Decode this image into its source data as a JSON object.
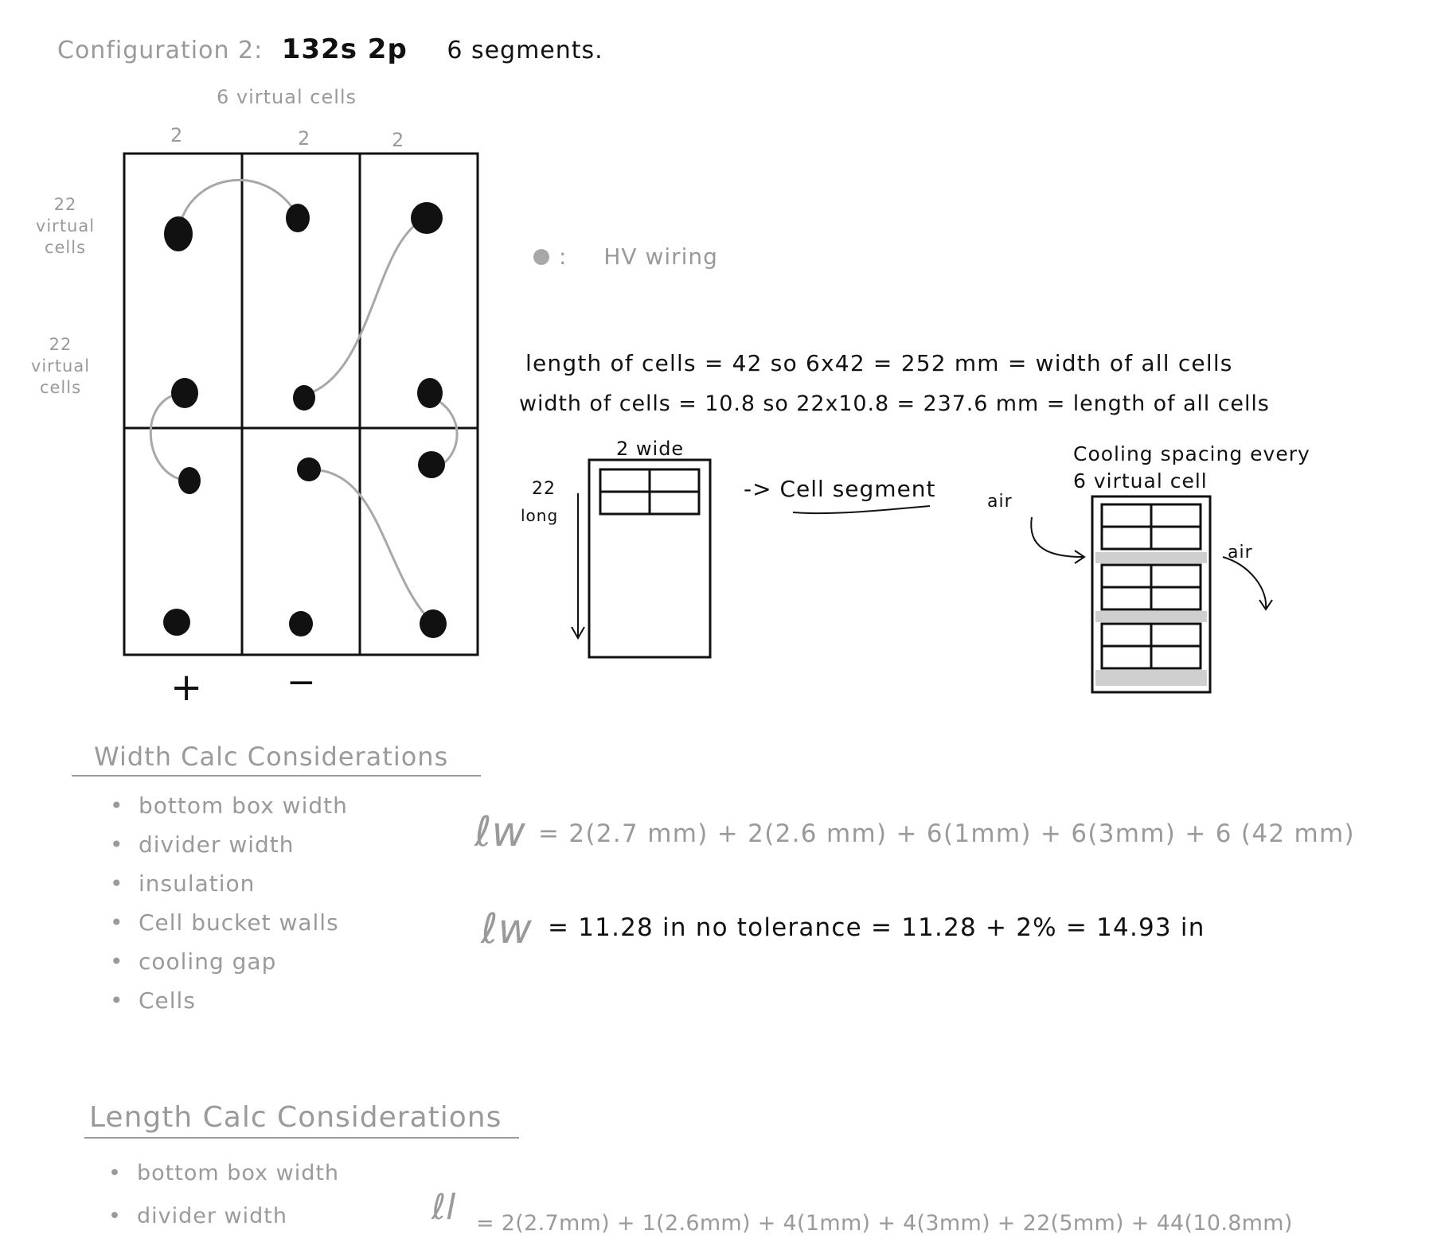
{
  "title": {
    "prefix": "Configuration 2:",
    "config": "132s 2p",
    "segments": "6 segments."
  },
  "grid": {
    "top_label": "6 virtual cells",
    "column_labels": [
      "2",
      "2",
      "2"
    ],
    "row_label_top": "22 virtual cells",
    "row_label_bottom": "22 virtual cells",
    "polarity_plus": "+",
    "polarity_minus": "−"
  },
  "legend": {
    "symbol": ":",
    "label": "HV wiring"
  },
  "equations": {
    "line1": "length of cells = 42   so   6x42 = 252 mm = width of all cells",
    "line2": "width of cells = 10.8   so   22x10.8 = 237.6 mm = length of all cells"
  },
  "segment_sketch": {
    "width_label": "2 wide",
    "length_label_1": "22",
    "length_label_2": "long",
    "arrow_label": "-> Cell segment"
  },
  "cooling_sketch": {
    "title_1": "Cooling spacing every",
    "title_2": "6 virtual cell",
    "air_in": "air",
    "air_out": "air"
  },
  "width_section": {
    "heading": "Width Calc Considerations",
    "items": [
      "bottom box width",
      "divider width",
      "insulation",
      "Cell bucket walls",
      "cooling gap",
      "Cells"
    ],
    "formula_symbol": "ℓw",
    "formula_1": "=  2(2.7 mm) + 2(2.6 mm) + 6(1mm) + 6(3mm) + 6 (42 mm)",
    "formula_2": "=  11.28 in no tolerance = 11.28 + 2% = 14.93 in"
  },
  "length_section": {
    "heading": "Length Calc Considerations",
    "items": [
      "bottom box width",
      "divider width"
    ],
    "formula_symbol": "ℓl",
    "formula": "= 2(2.7mm) + 1(2.6mm) + 4(1mm) + 4(3mm) + 22(5mm) + 44(10.8mm)"
  },
  "colors": {
    "ink": "#111111",
    "pencil_gray": "#9a9a9a",
    "wire_gray": "#a8a8a8",
    "cooling_gap_gray": "#cfcfcf"
  }
}
